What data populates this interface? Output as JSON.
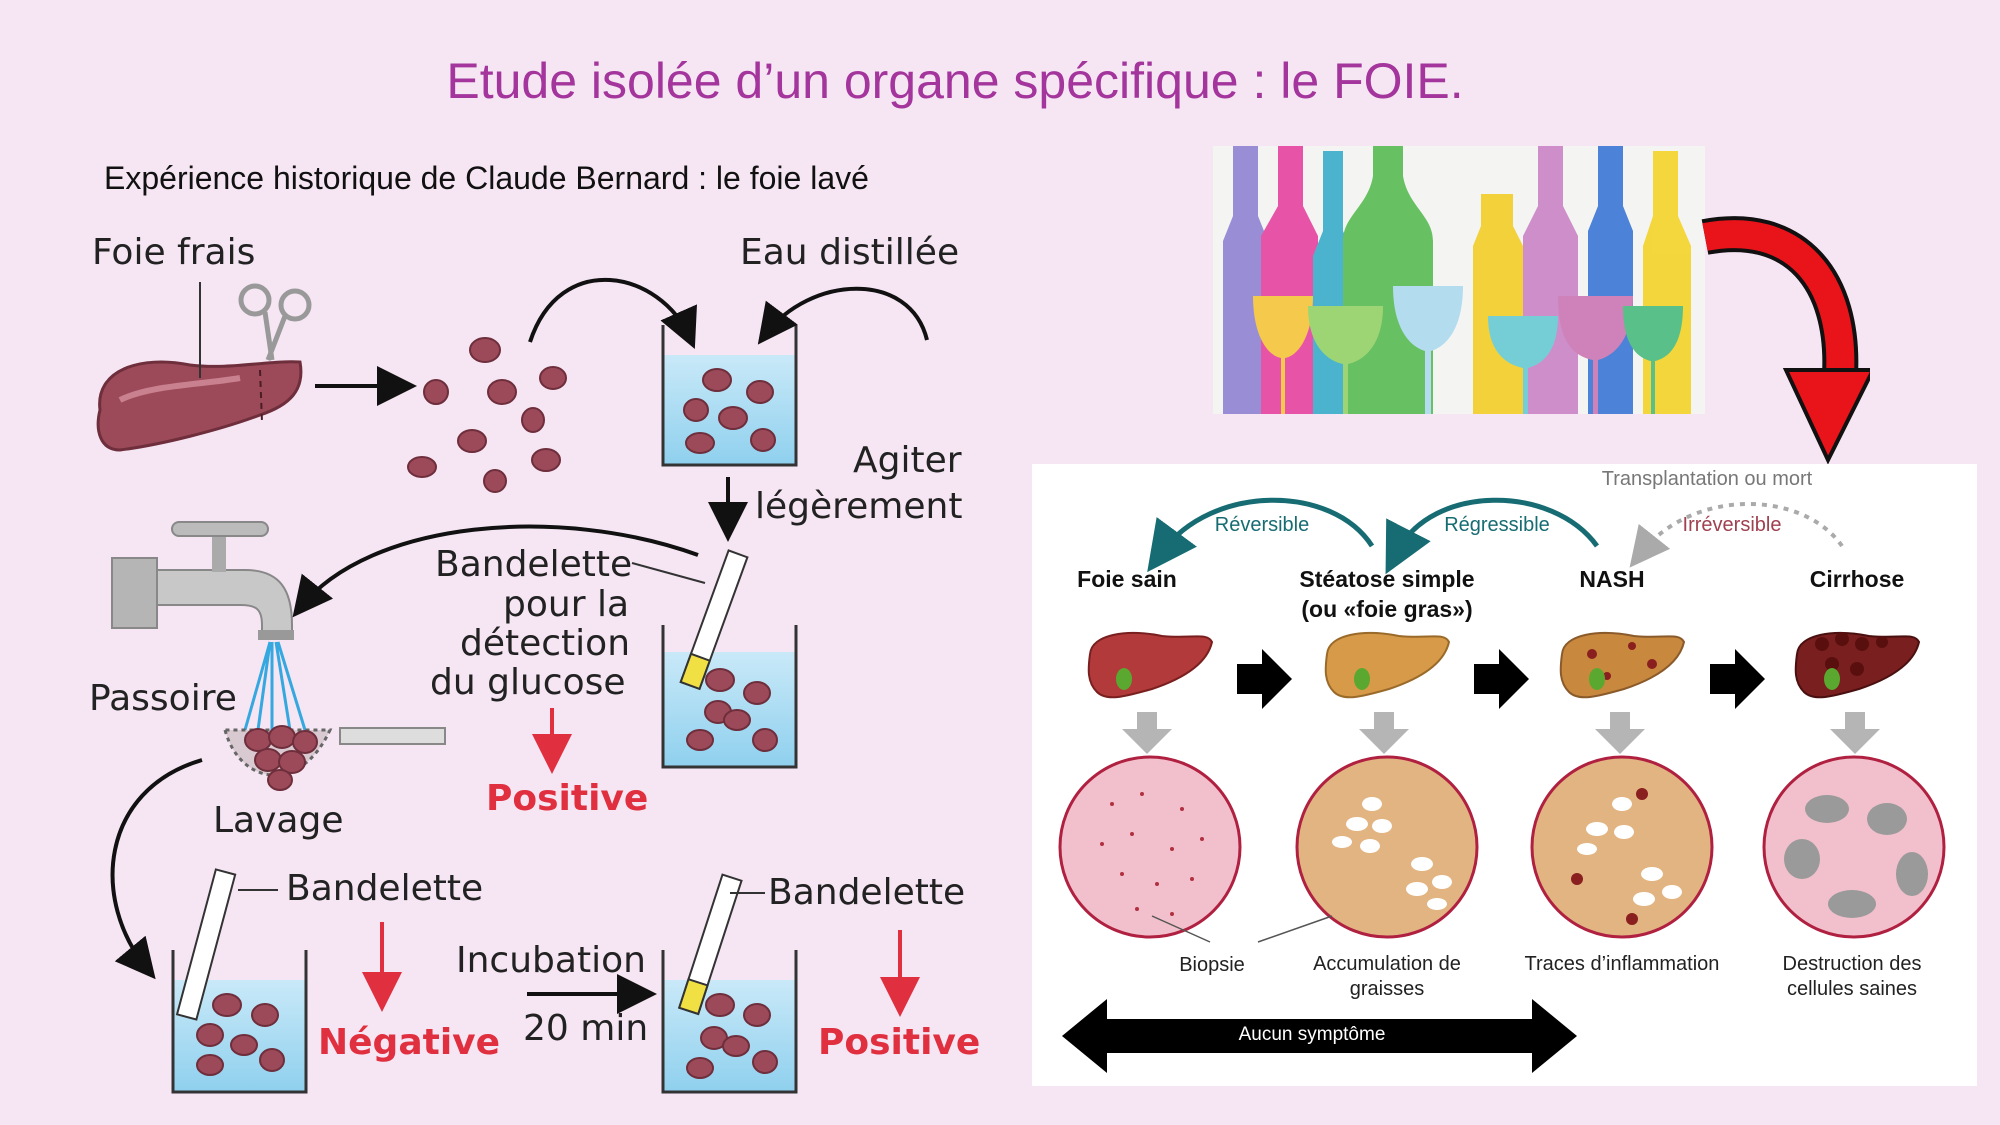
{
  "title": "Etude isolée d’un organe spécifique : le FOIE.",
  "subtitle": "Expérience historique de Claude Bernard : le foie lavé",
  "experiment": {
    "foie_frais": "Foie frais",
    "eau_distillee": "Eau distillée",
    "agiter": "Agiter",
    "legerement": "légèrement",
    "bandelette1_lines": [
      "Bandelette",
      "pour la",
      "détection",
      "du glucose"
    ],
    "passoire": "Passoire",
    "lavage": "Lavage",
    "positive1": "Positive",
    "bandelette2": "Bandelette",
    "negative": "Négative",
    "incubation": "Incubation",
    "duration": "20 min",
    "bandelette3": "Bandelette",
    "positive2": "Positive"
  },
  "liver_disease": {
    "transplant": "Transplantation ou mort",
    "reversible": "Réversible",
    "regressible": "Régressible",
    "irreversible": "Irréversible",
    "stages": {
      "s1": "Foie sain",
      "s2_line1": "Stéatose simple",
      "s2_line2": "(ou «foie gras»)",
      "s3": "NASH",
      "s4": "Cirrhose"
    },
    "captions": {
      "biopsie": "Biopsie",
      "c2_line1": "Accumulation de",
      "c2_line2": "graisses",
      "c3": "Traces d’inflammation",
      "c4_line1": "Destruction des",
      "c4_line2": "cellules saines"
    },
    "axis": "Aucun symptôme"
  },
  "colors": {
    "title": "#a3359c",
    "positive": "#e0303f",
    "liver": "#9c4a5a",
    "arrow_red": "#e8141a"
  }
}
